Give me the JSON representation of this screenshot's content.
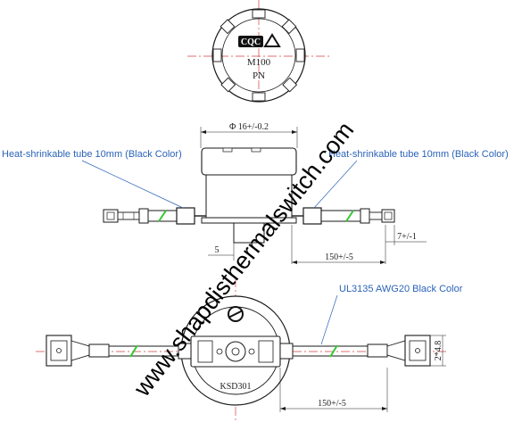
{
  "top_view": {
    "logo_text": "CQC",
    "model": "M100",
    "marking": "PN"
  },
  "side_view": {
    "dia_dimension": "Φ 16+/-0.2",
    "left_callout": "Heat-shrinkable tube 10mm (Black Color)",
    "right_callout": "Heat-shrinkable tube 10mm (Black Color)",
    "dim_small": "5",
    "dim_strip": "7+/-1",
    "dim_length": "150+/-5"
  },
  "bottom_view": {
    "wire_callout": "UL3135 AWG20 Black Color",
    "part_label": "KSD301",
    "dim_length": "150+/-5",
    "dim_width": "2*4.8"
  },
  "watermark": "www.shapdisthermalswitch.com",
  "colors": {
    "drawing_line": "#1a1a1a",
    "center_line": "#d04040",
    "callout_text": "#2b63b8",
    "tube_stripe": "#32c832"
  }
}
